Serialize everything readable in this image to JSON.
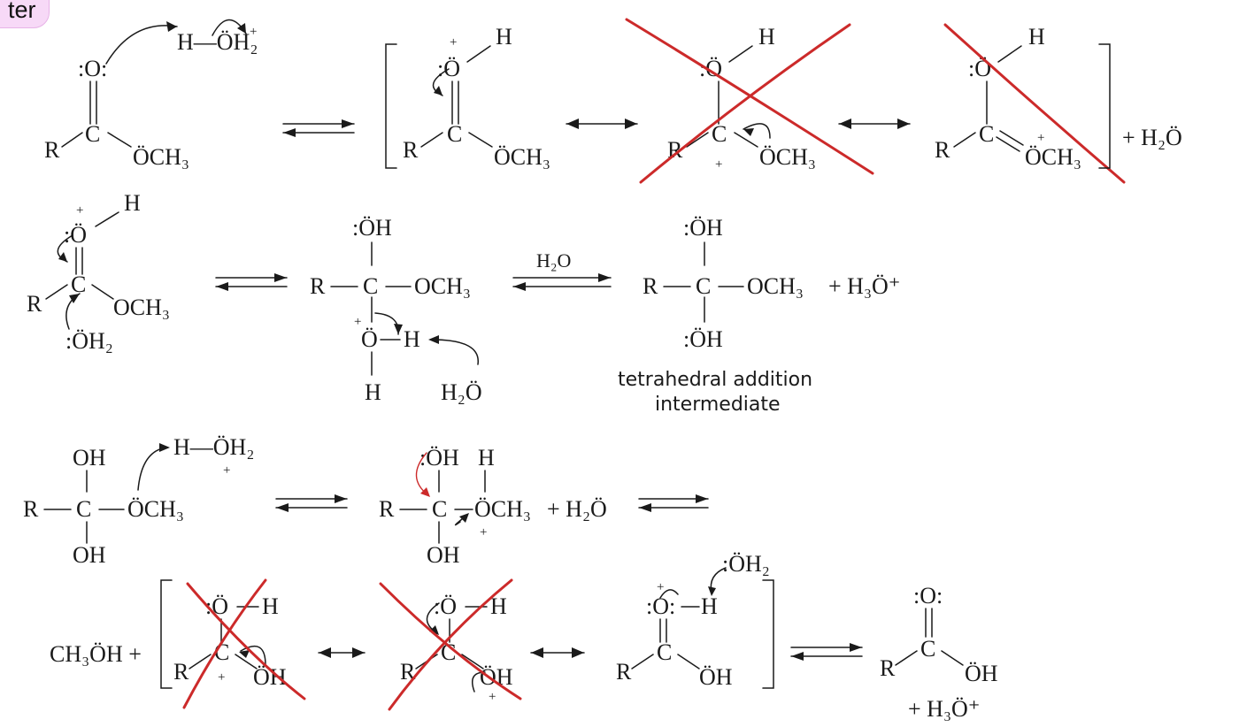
{
  "tab": {
    "label": "ter"
  },
  "labels": {
    "o_lone": ":O:",
    "o_lone_pairs": ":Ö",
    "o_top_plain": "Ö",
    "h": "H",
    "r": "R",
    "c": "C",
    "plus": "+",
    "och3": "ÖCH₃",
    "och3_plain": "OCH₃",
    "oh_top": ":ÖH",
    "oh_bot": ":ÖH",
    "oh": "OH",
    "oh_dots": "ÖH",
    "oh2_lone": ":ÖH₂",
    "oh2_plus": "ÖH₂",
    "h_oh2": "H—ÖH₂",
    "h2o": "H₂Ö",
    "plus_h2o": "+ H₂Ö",
    "h2o_arrow": "H₂O",
    "plus_h3o_plus": "+ H₃Ö⁺",
    "ch3oh_plus": "CH₃ÖH +",
    "intermediate_line1": "tetrahedral addition",
    "intermediate_line2": "intermediate"
  }
}
